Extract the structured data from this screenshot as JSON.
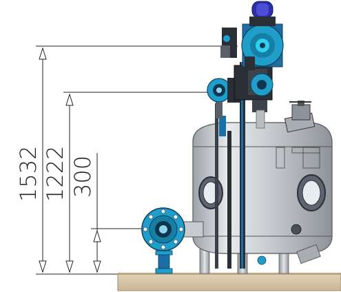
{
  "dimensions": [
    {
      "value": "1532"
    },
    {
      "value": "1222"
    },
    {
      "value": "300"
    }
  ],
  "colors": {
    "flange_blue": "#1e9ec8",
    "vessel_grey": "#c9ccd0",
    "base_concrete": "#d7c6ac",
    "pipe_dark": "#2a2f36",
    "beacon": "#2b2fa8"
  }
}
